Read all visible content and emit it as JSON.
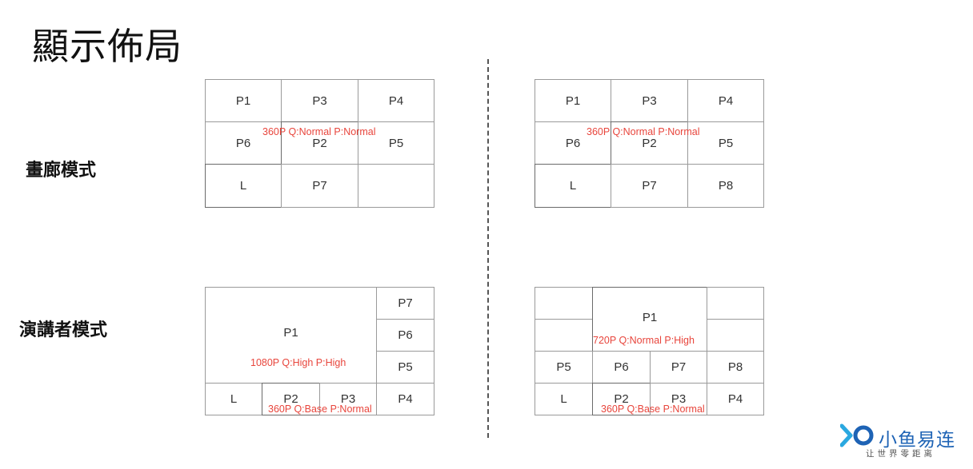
{
  "title": "顯示佈局",
  "modes": {
    "gallery": "畫廊模式",
    "speaker": "演講者模式"
  },
  "layouts": {
    "gallery_left": {
      "cells": [
        "P1",
        "P3",
        "P4",
        "P6",
        "P2",
        "P5",
        "L",
        "P7",
        ""
      ],
      "note": "360P Q:Normal P:Normal"
    },
    "gallery_right": {
      "cells": [
        "P1",
        "P3",
        "P4",
        "P6",
        "P2",
        "P5",
        "L",
        "P7",
        "P8"
      ],
      "note": "360P Q:Normal P:Normal"
    },
    "speaker_left": {
      "main": "P1",
      "main_note": "1080P Q:High P:High",
      "side": [
        "P7",
        "P6",
        "P5",
        "P4"
      ],
      "bottom": [
        "L",
        "P2",
        "P3"
      ],
      "bottom_note": "360P Q:Base P:Normal"
    },
    "speaker_right": {
      "main": "P1",
      "main_note": "720P Q:Normal P:High",
      "row1": [
        "P5",
        "P6",
        "P7",
        "P8"
      ],
      "row2": [
        "L",
        "P2",
        "P3",
        "P4"
      ],
      "bottom_note": "360P Q:Base P:Normal"
    }
  },
  "logo": {
    "name": "小鱼易连",
    "slogan": "让世界零距离",
    "colors": {
      "primary": "#1e63b5",
      "accent": "#2aa8e0"
    }
  }
}
